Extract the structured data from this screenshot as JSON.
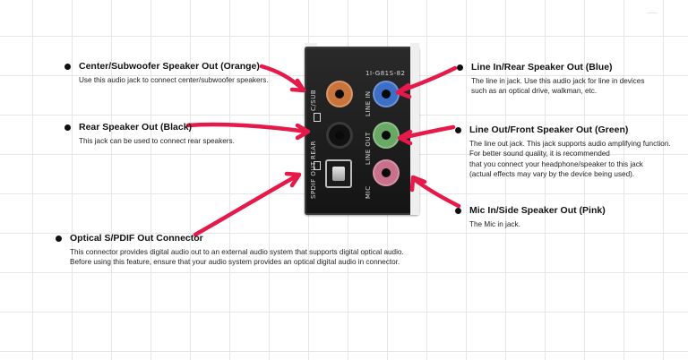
{
  "callouts": {
    "center": {
      "title": "Center/Subwoofer Speaker Out (Orange)",
      "desc": [
        "Use this audio jack to connect center/subwoofer speakers."
      ]
    },
    "rear": {
      "title": "Rear Speaker Out (Black)",
      "desc": [
        "This jack can be used to connect rear speakers."
      ]
    },
    "optical": {
      "title": "Optical S/PDIF Out Connector",
      "desc": [
        "This connector provides digital audio out to an external audio system that supports digital optical audio.",
        "Before using this feature, ensure that your audio system provides an optical digital audio in connector."
      ]
    },
    "linein": {
      "title": "Line In/Rear Speaker Out (Blue)",
      "desc": [
        "The line in jack. Use this audio jack for line in devices",
        "such as an optical drive, walkman, etc."
      ]
    },
    "lineout": {
      "title": "Line Out/Front Speaker Out (Green)",
      "desc": [
        "The line out jack. This jack supports audio amplifying function.",
        "For better sound quality, it is recommended",
        "that you connect your headphone/speaker to this jack",
        "(actual effects may vary by the device being used)."
      ]
    },
    "mic": {
      "title": "Mic In/Side Speaker Out (Pink)",
      "desc": [
        "The Mic in jack."
      ]
    }
  },
  "panel": {
    "model": "1I-G81S-82",
    "labels": {
      "csub": "C/SUB",
      "rear": "REAR",
      "linein": "LINE IN",
      "lineout": "LINE OUT",
      "mic": "MIC",
      "spdif": "SPDIF OUT"
    }
  },
  "colors": {
    "orange": "#c9743a",
    "blue": "#3e6fc6",
    "green": "#6aa866",
    "pink": "#c9708a",
    "black": "#111111",
    "arrow": "#e6194b"
  }
}
